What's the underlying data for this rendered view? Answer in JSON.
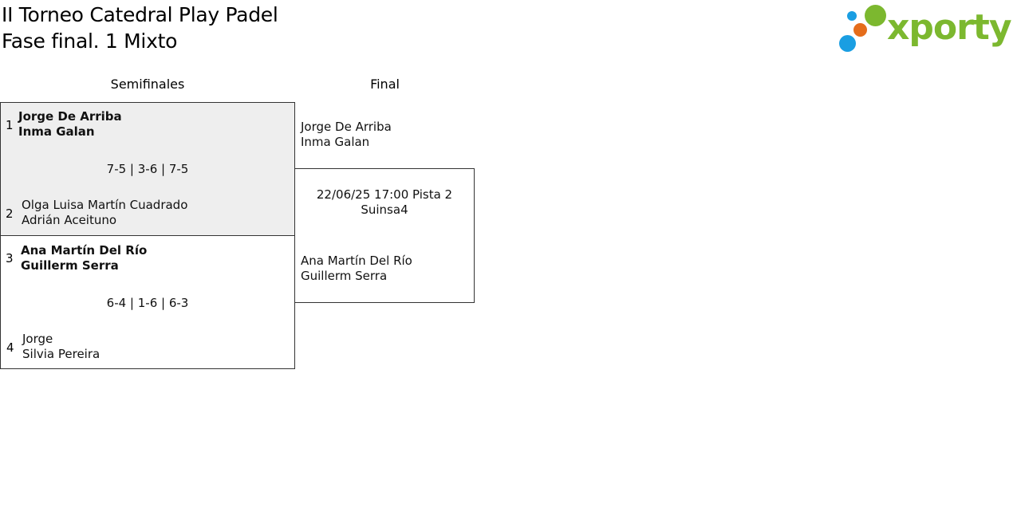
{
  "header": {
    "title_line1": "II Torneo Catedral Play Padel",
    "title_line2": "Fase final. 1 Mixto"
  },
  "logo": {
    "wordmark": "xporty",
    "colors": {
      "green": "#7cb82f",
      "orange": "#e56d1b",
      "blue": "#1a9ee2"
    }
  },
  "rounds": {
    "semifinals_label": "Semifinales",
    "final_label": "Final"
  },
  "semifinals": [
    {
      "seed_top": "1",
      "team_top": [
        "Jorge De Arriba",
        "Inma Galan"
      ],
      "score": "7-5 | 3-6 | 7-5",
      "seed_bottom": "2",
      "team_bottom": [
        "Olga Luisa Martín Cuadrado",
        "Adrián Aceituno"
      ],
      "winner": "top"
    },
    {
      "seed_top": "3",
      "team_top": [
        "Ana Martín Del Río",
        "Guillerm Serra"
      ],
      "score": "6-4 | 1-6 | 6-3",
      "seed_bottom": "4",
      "team_bottom": [
        "Jorge",
        "Silvia Pereira"
      ],
      "winner": "top"
    }
  ],
  "final": {
    "team_top": [
      "Jorge De Arriba",
      "Inma Galan"
    ],
    "schedule": "22/06/25 17:00 Pista 2",
    "venue": "Suinsa4",
    "team_bottom": [
      "Ana Martín Del Río",
      "Guillerm Serra"
    ]
  }
}
